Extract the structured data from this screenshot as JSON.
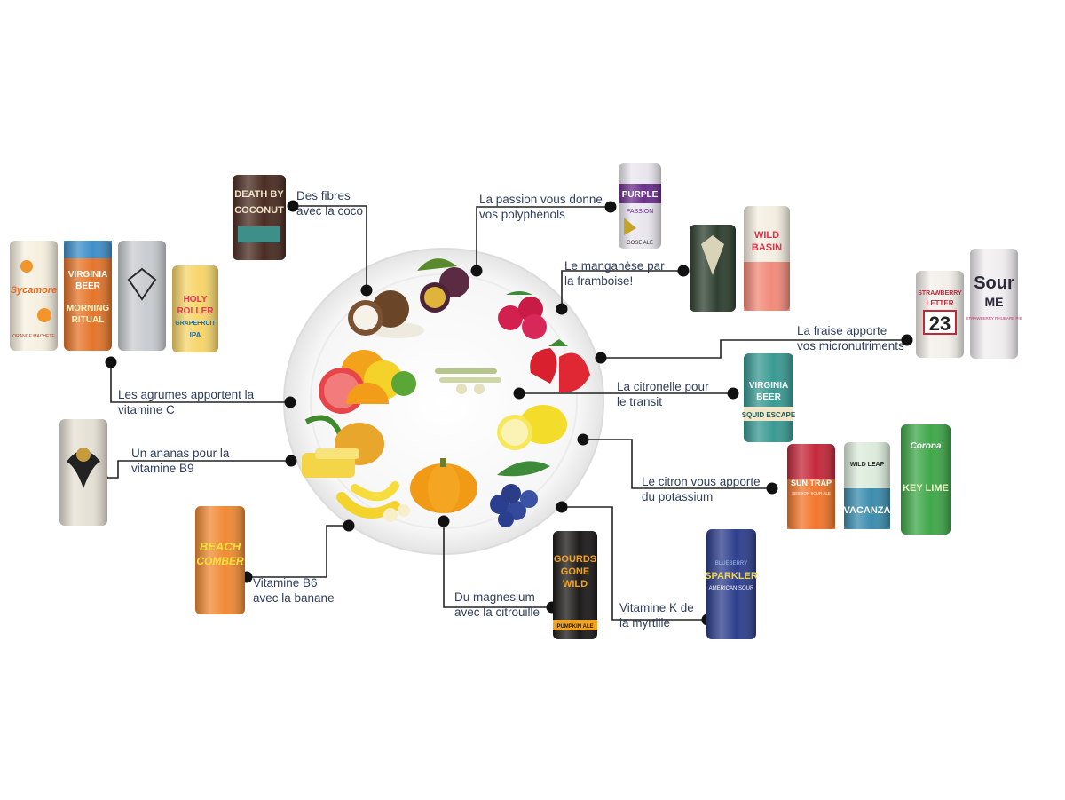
{
  "annotations": [
    {
      "id": "coco",
      "lines": [
        "Des fibres",
        "avec la coco"
      ]
    },
    {
      "id": "passion",
      "lines": [
        "La passion vous donne",
        "vos polyphénols"
      ]
    },
    {
      "id": "framboise",
      "lines": [
        "Le manganèse par",
        "la framboise!"
      ]
    },
    {
      "id": "fraise",
      "lines": [
        "La fraise apporte",
        "vos micronutriments"
      ]
    },
    {
      "id": "citronelle",
      "lines": [
        "La citronelle pour",
        "le transit"
      ]
    },
    {
      "id": "agrumes",
      "lines": [
        "Les agrumes apportent la",
        "vitamine C"
      ]
    },
    {
      "id": "ananas",
      "lines": [
        "Un ananas pour la",
        "vitamine B9"
      ]
    },
    {
      "id": "citron",
      "lines": [
        "Le citron vous apporte",
        "du potassium"
      ]
    },
    {
      "id": "banane",
      "lines": [
        "Vitamine B6",
        "avec la banane"
      ]
    },
    {
      "id": "citrouille",
      "lines": [
        "Du magnesium",
        "avec la citrouille"
      ]
    },
    {
      "id": "myrtille",
      "lines": [
        "Vitamine K de",
        "la myrtille"
      ]
    }
  ],
  "can_labels": {
    "death_by_coconut": [
      "DEATH BY",
      "COCONUT"
    ],
    "purple_passion": [
      "PURPLE",
      "PASSION",
      "GOSE ALE"
    ],
    "wild_basin": [
      "WILD",
      "BASIN"
    ],
    "strawberry_letter": [
      "STRAWBERRY",
      "LETTER",
      "23"
    ],
    "sour_me": [
      "Sour",
      "ME",
      "STRAWBERRY RHUBARB PIE"
    ],
    "virginia_squid": [
      "VIRGINIA",
      "BEER",
      "SQUID ESCAPE"
    ],
    "sycamore": [
      "Sycamore",
      "ORANGE MACHETE"
    ],
    "virginia_morning": [
      "VIRGINIA",
      "BEER",
      "MORNING",
      "RITUAL"
    ],
    "holy_roller": [
      "HOLY",
      "ROLLER",
      "GRAPEFRUIT",
      "IPA"
    ],
    "sun_trap": [
      "SUN TRAP",
      "SESSION SOUR ALE"
    ],
    "wild_leap": [
      "WILD LEAP",
      "VACANZA"
    ],
    "corona": [
      "Corona",
      "KEY LIME"
    ],
    "beach_comber": [
      "BEACH",
      "COMBER"
    ],
    "gourds": [
      "GOURDS",
      "GONE",
      "WILD",
      "PUMPKIN ALE"
    ],
    "sparkler": [
      "BLUEBERRY",
      "SPARKLER",
      "AMERICAN SOUR"
    ]
  },
  "colors": {
    "label_text": "#2e3e5c",
    "connector": "#222222",
    "plate": "#eeeeee"
  }
}
